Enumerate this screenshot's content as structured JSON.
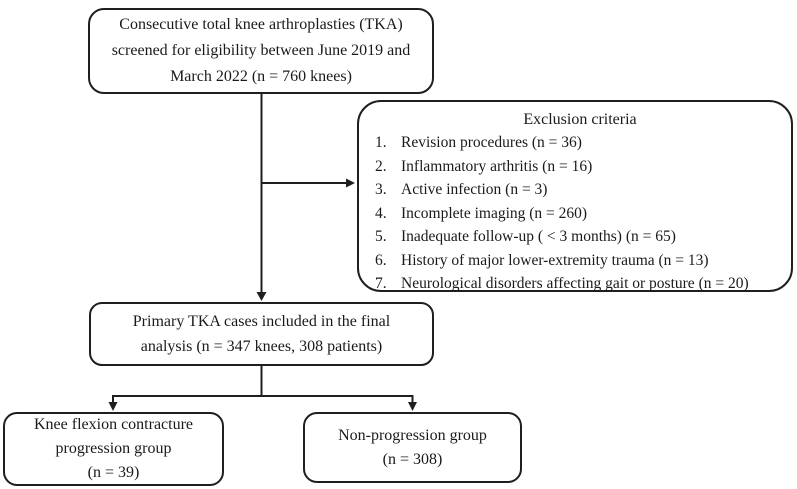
{
  "colors": {
    "background": "#ffffff",
    "line": "#1f1f1f",
    "text": "#1a1a1a"
  },
  "boxes": {
    "top": {
      "lines": [
        "Consecutive total knee arthroplasties (TKA)",
        "screened for eligibility between June 2019 and",
        "March 2022 (n = 760 knees)"
      ]
    },
    "exclusion": {
      "title": "Exclusion criteria",
      "items": [
        {
          "num": "1.",
          "label": "Revision procedures (n = 36)"
        },
        {
          "num": "2.",
          "label": "Inflammatory arthritis (n = 16)"
        },
        {
          "num": "3.",
          "label": "Active infection (n = 3)"
        },
        {
          "num": "4.",
          "label": "Incomplete imaging (n = 260)"
        },
        {
          "num": "5.",
          "label": "Inadequate follow-up ( < 3 months) (n = 65)"
        },
        {
          "num": "6.",
          "label": "History of major lower-extremity trauma (n = 13)"
        },
        {
          "num": "7.",
          "label": "Neurological disorders affecting gait or posture (n = 20)"
        }
      ]
    },
    "included": {
      "lines": [
        "Primary TKA cases included in the final",
        "analysis (n = 347 knees, 308 patients)"
      ]
    },
    "progression": {
      "lines": [
        "Knee flexion contracture",
        "progression group",
        "(n = 39)"
      ]
    },
    "non_progression": {
      "lines": [
        "Non-progression group",
        "(n = 308)"
      ]
    }
  }
}
